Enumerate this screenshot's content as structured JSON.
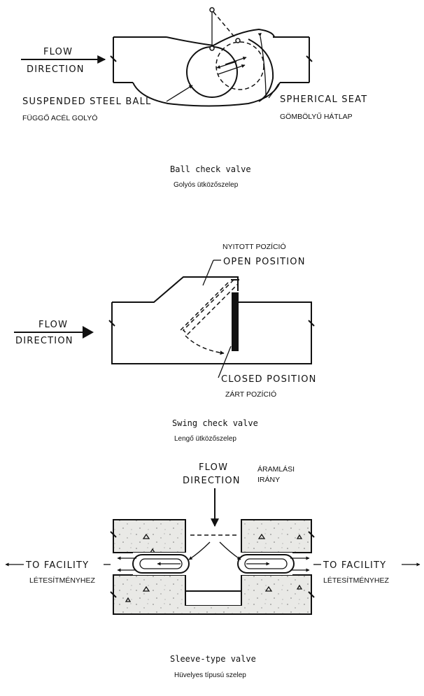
{
  "ball": {
    "flow1": "FLOW",
    "flow2": "DIRECTION",
    "ball_label": "SUSPENDED STEEL BALL",
    "ball_label_hu": "FÜGGŐ ACÉL GOLYÓ",
    "seat_label": "SPHERICAL SEAT",
    "seat_label_hu": "GÖMBÖLYŰ HÁTLAP",
    "caption": "Ball check valve",
    "caption_hu": "Golyós ütközőszelep"
  },
  "swing": {
    "open_hu": "NYITOTT POZÍCIÓ",
    "open": "OPEN POSITION",
    "flow1": "FLOW",
    "flow2": "DIRECTION",
    "closed": "CLOSED POSITION",
    "closed_hu": "ZÁRT POZÍCIÓ",
    "caption": "Swing check valve",
    "caption_hu": "Lengő ütközőszelep"
  },
  "sleeve": {
    "flow1": "FLOW",
    "flow2": "DIRECTION",
    "flow_hu1": "ÁRAMLÁSI",
    "flow_hu2": "IRÁNY",
    "left": "TO FACILITY",
    "left_hu": "LÉTESÍTMÉNYHEZ",
    "right": "TO FACILITY",
    "right_hu": "LÉTESÍTMÉNYHEZ",
    "caption": "Sleeve-type valve",
    "caption_hu": "Hüvelyes típusú szelep"
  }
}
